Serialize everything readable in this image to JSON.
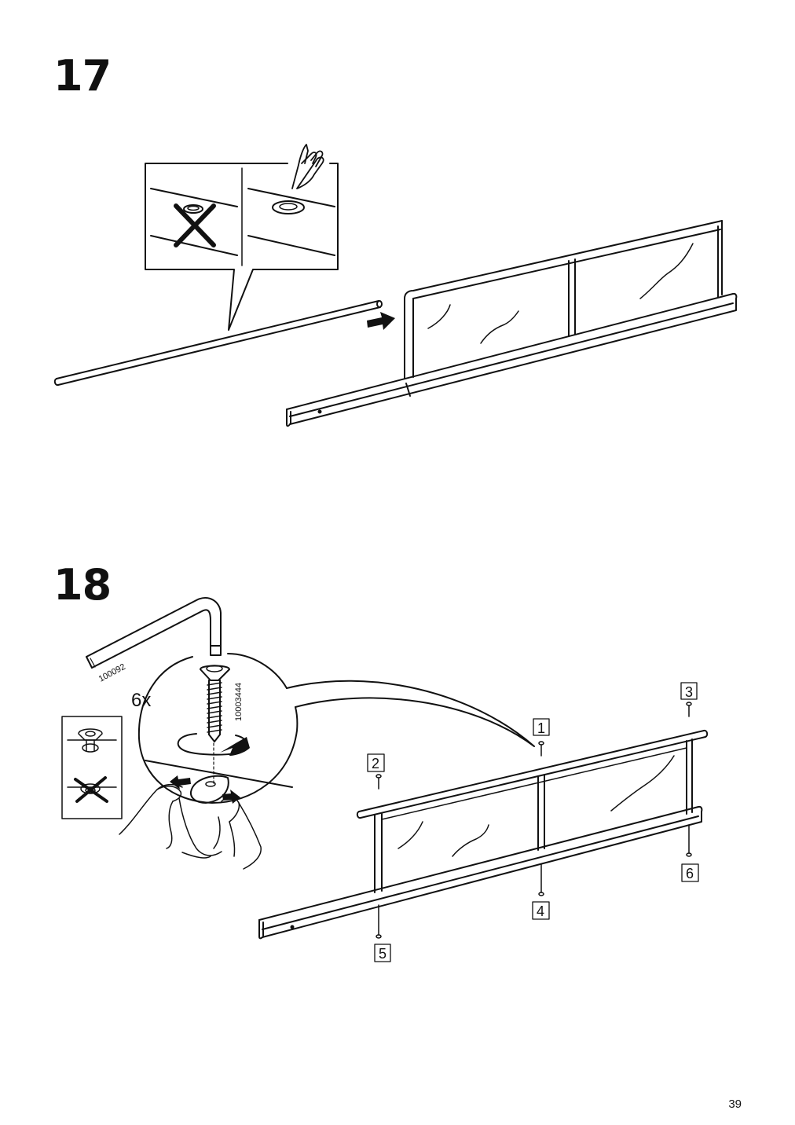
{
  "steps": [
    {
      "number": "17"
    },
    {
      "number": "18",
      "quantity": "6x",
      "tool_code": "100092",
      "screw_code": "10003444",
      "position_labels": [
        "1",
        "2",
        "3",
        "4",
        "5",
        "6"
      ]
    }
  ],
  "page_number": "39",
  "colors": {
    "ink": "#111111",
    "background": "#ffffff"
  }
}
